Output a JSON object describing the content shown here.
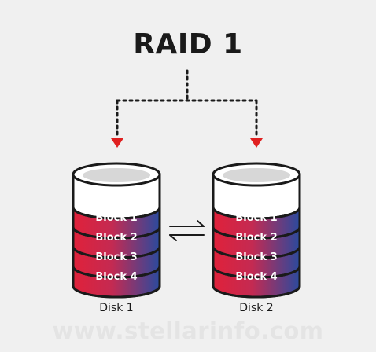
{
  "title": "RAID 1",
  "disks": [
    {
      "label": "Disk 1",
      "blocks": [
        "Block 1",
        "Block 2",
        "Block 3",
        "Block 4"
      ]
    },
    {
      "label": "Disk 2",
      "blocks": [
        "Block 1",
        "Block 2",
        "Block 3",
        "Block 4"
      ]
    }
  ],
  "watermark": "www.stellarinfo.com",
  "colors": {
    "background": "#f0f0f0",
    "connector": "#1a1a1a",
    "arrowhead": "#e02020",
    "block_red": "#e0213a",
    "block_blue": "#2a4a9e",
    "cap_fill": "#ffffff",
    "cap_inner": "#d7d7d7",
    "outline": "#1a1a1a"
  },
  "icons": {
    "sync": "exchange-arrows-icon"
  }
}
